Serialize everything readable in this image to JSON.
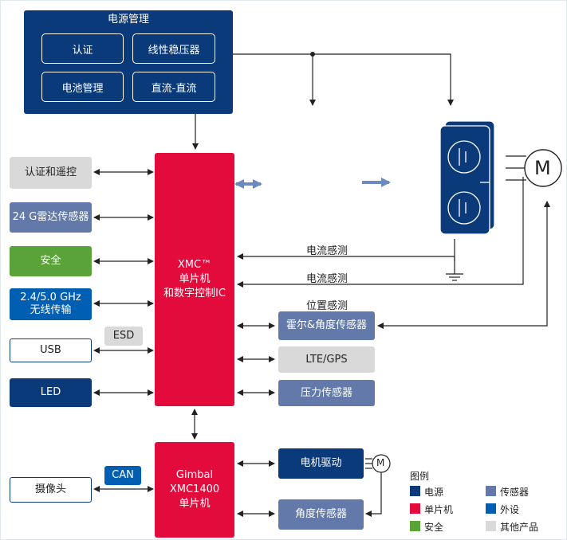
{
  "power": {
    "title": "电源管理",
    "auth": "认证",
    "ldo": "线性稳压器",
    "battery": "电池管理",
    "dcdc": "直流-直流"
  },
  "gate_driver": {
    "title": "栅极驱动器"
  },
  "inverter": {
    "title": "三相逆变器"
  },
  "motor_symbol": "M",
  "left": {
    "auth_remote": "认证和遥控",
    "radar": "24 G雷达传感器",
    "safety": "安全",
    "wireless_1": "2.4/5.0 GHz",
    "wireless_2": "无线传输",
    "esd": "ESD",
    "usb": "USB",
    "led": "LED",
    "can": "CAN",
    "camera": "摄像头"
  },
  "mcu": {
    "line1": "XMC™",
    "line2": "单片机",
    "line3": "和数字控制IC"
  },
  "gimbal": {
    "line1": "Gimbal",
    "line2": "XMC1400",
    "line3": "单片机"
  },
  "labels": {
    "current_sense_1": "电流感测",
    "current_sense_2": "电流感测",
    "position_sense": "位置感测"
  },
  "right": {
    "hall_angle": "霍尔&角度传感器",
    "lte_gps": "LTE/GPS",
    "pressure": "压力传感器",
    "motor_drive": "电机驱动",
    "angle_sensor": "角度传感器"
  },
  "legend": {
    "title": "图例",
    "items": [
      {
        "label": "电源",
        "color": "#0b3a7a"
      },
      {
        "label": "传感器",
        "color": "#6279a9"
      },
      {
        "label": "单片机",
        "color": "#e30b3c"
      },
      {
        "label": "外设",
        "color": "#005fb3"
      },
      {
        "label": "安全",
        "color": "#5aa338"
      },
      {
        "label": "其他产品",
        "color": "#d9d9d9"
      }
    ]
  }
}
